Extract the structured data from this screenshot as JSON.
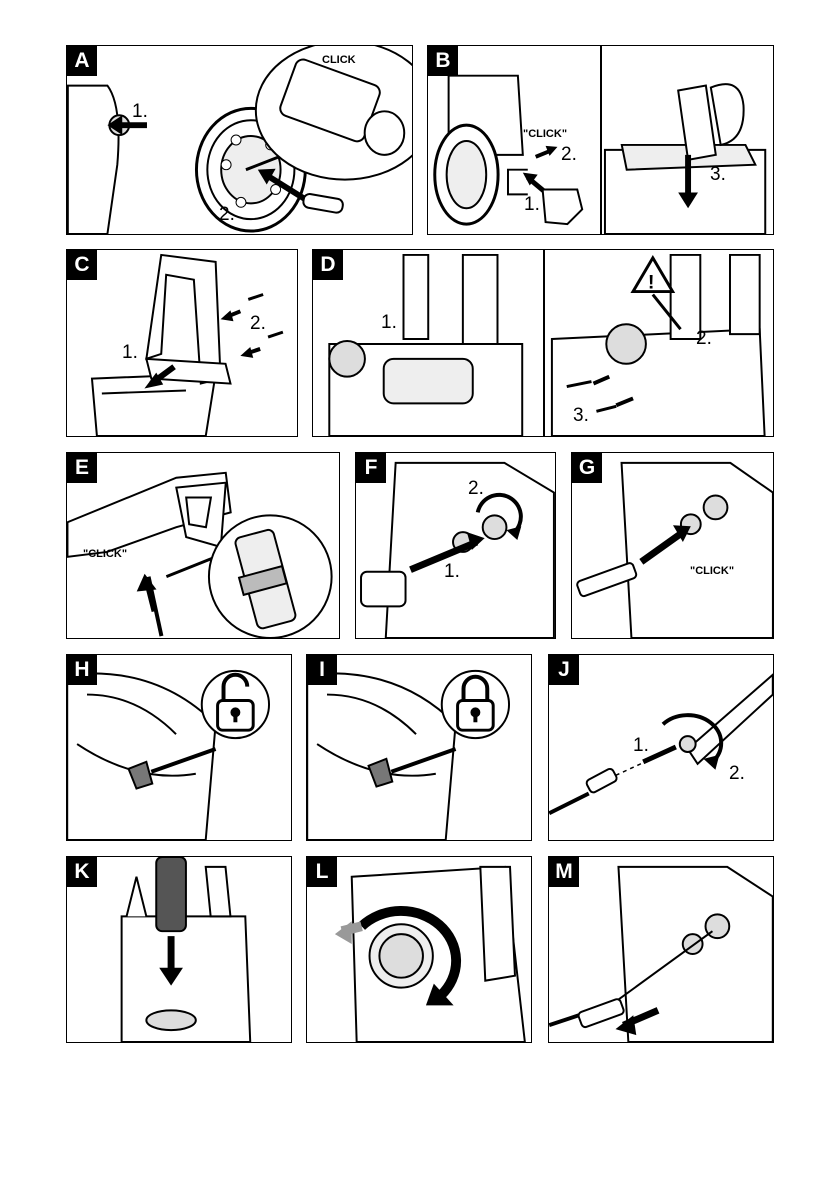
{
  "panels": {
    "a": {
      "letter": "A",
      "step1": "1.",
      "step2": "2.",
      "click": "CLICK"
    },
    "b": {
      "letter": "B",
      "step1": "1.",
      "step2": "2.",
      "step3": "3.",
      "click": "\"CLICK\""
    },
    "c": {
      "letter": "C",
      "step1": "1.",
      "step2": "2."
    },
    "d": {
      "letter": "D",
      "step1": "1.",
      "step2": "2.",
      "step3": "3."
    },
    "e": {
      "letter": "E",
      "click": "\"CLICK\""
    },
    "f": {
      "letter": "F",
      "step1": "1.",
      "step2": "2."
    },
    "g": {
      "letter": "G",
      "click": "\"CLICK\""
    },
    "h": {
      "letter": "H"
    },
    "i": {
      "letter": "I"
    },
    "j": {
      "letter": "J",
      "step1": "1.",
      "step2": "2."
    },
    "k": {
      "letter": "K"
    },
    "l": {
      "letter": "L"
    },
    "m": {
      "letter": "M"
    }
  },
  "icons": [
    "wheel-illustration",
    "arrow-icon",
    "lock-open-icon",
    "lock-closed-icon",
    "warning-triangle-icon",
    "rotate-arrow-icon"
  ]
}
